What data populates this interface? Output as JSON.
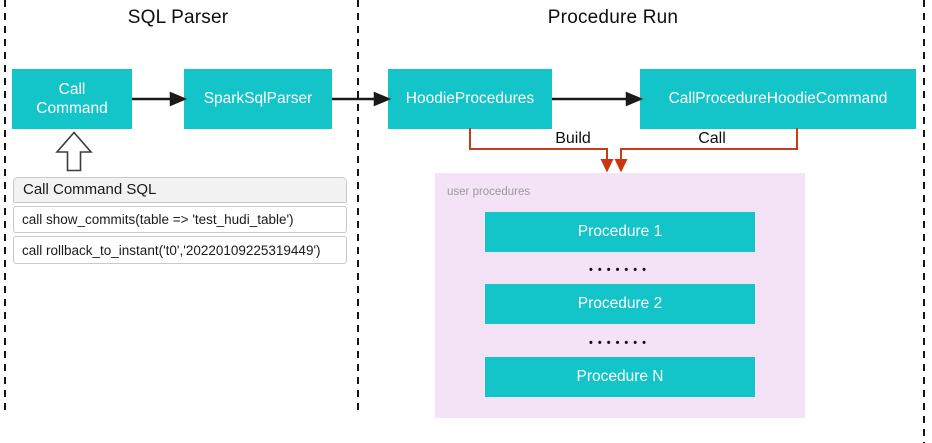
{
  "titles": {
    "left": "SQL Parser",
    "right": "Procedure Run"
  },
  "nodes": {
    "call_command": "Call\nCommand",
    "spark_sql_parser": "SparkSqlParser",
    "hoodie_procedures": "HoodieProcedures",
    "call_procedure": "CallProcedureHoodieCommand"
  },
  "edge_labels": {
    "build": "Build",
    "call": "Call"
  },
  "sql_panel": {
    "header": "Call Command SQL",
    "rows": [
      "call show_commits(table => 'test_hudi_table')",
      "call rollback_to_instant('t0','20220109225319449')"
    ]
  },
  "user_procedures": {
    "label": "user procedures",
    "items": [
      "Procedure 1",
      "Procedure 2",
      "Procedure N"
    ],
    "separator_dots": "•••••••"
  },
  "colors": {
    "node_fill": "#13c4c8",
    "panel_fill": "#f4e3f7",
    "edge_orange": "#c63e17",
    "arrow_black": "#1a1a1a"
  }
}
